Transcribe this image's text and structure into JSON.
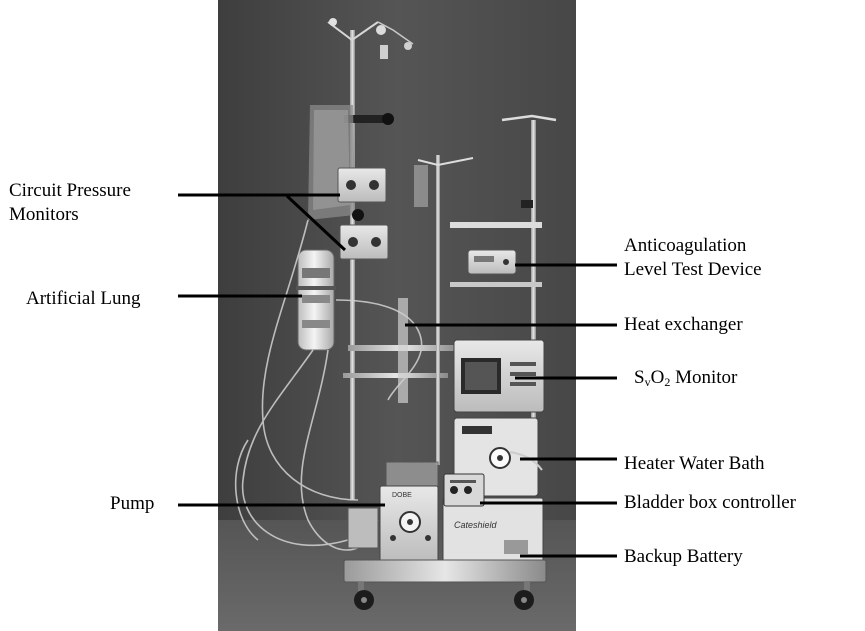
{
  "labels": {
    "circuit_pressure_line1": "Circuit Pressure",
    "circuit_pressure_line2": "Monitors",
    "artificial_lung": "Artificial Lung",
    "pump": "Pump",
    "anticoag_line1": "Anticoagulation",
    "anticoag_line2": "Level Test Device",
    "heat_exchanger": "Heat exchanger",
    "svo2_s": "S",
    "svo2_v": "v",
    "svo2_o": "O",
    "svo2_2": "2",
    "svo2_monitor": " Monitor",
    "heater_water_bath": "Heater Water Bath",
    "bladder_box": "Bladder box controller",
    "backup_battery": "Backup Battery"
  },
  "device_texts": {
    "pump_brand": "DOBE",
    "battery_brand": "Cateshield"
  },
  "colors": {
    "photo_background": "#4a4a4a",
    "leader_line": "#000000",
    "label_text": "#000000"
  }
}
